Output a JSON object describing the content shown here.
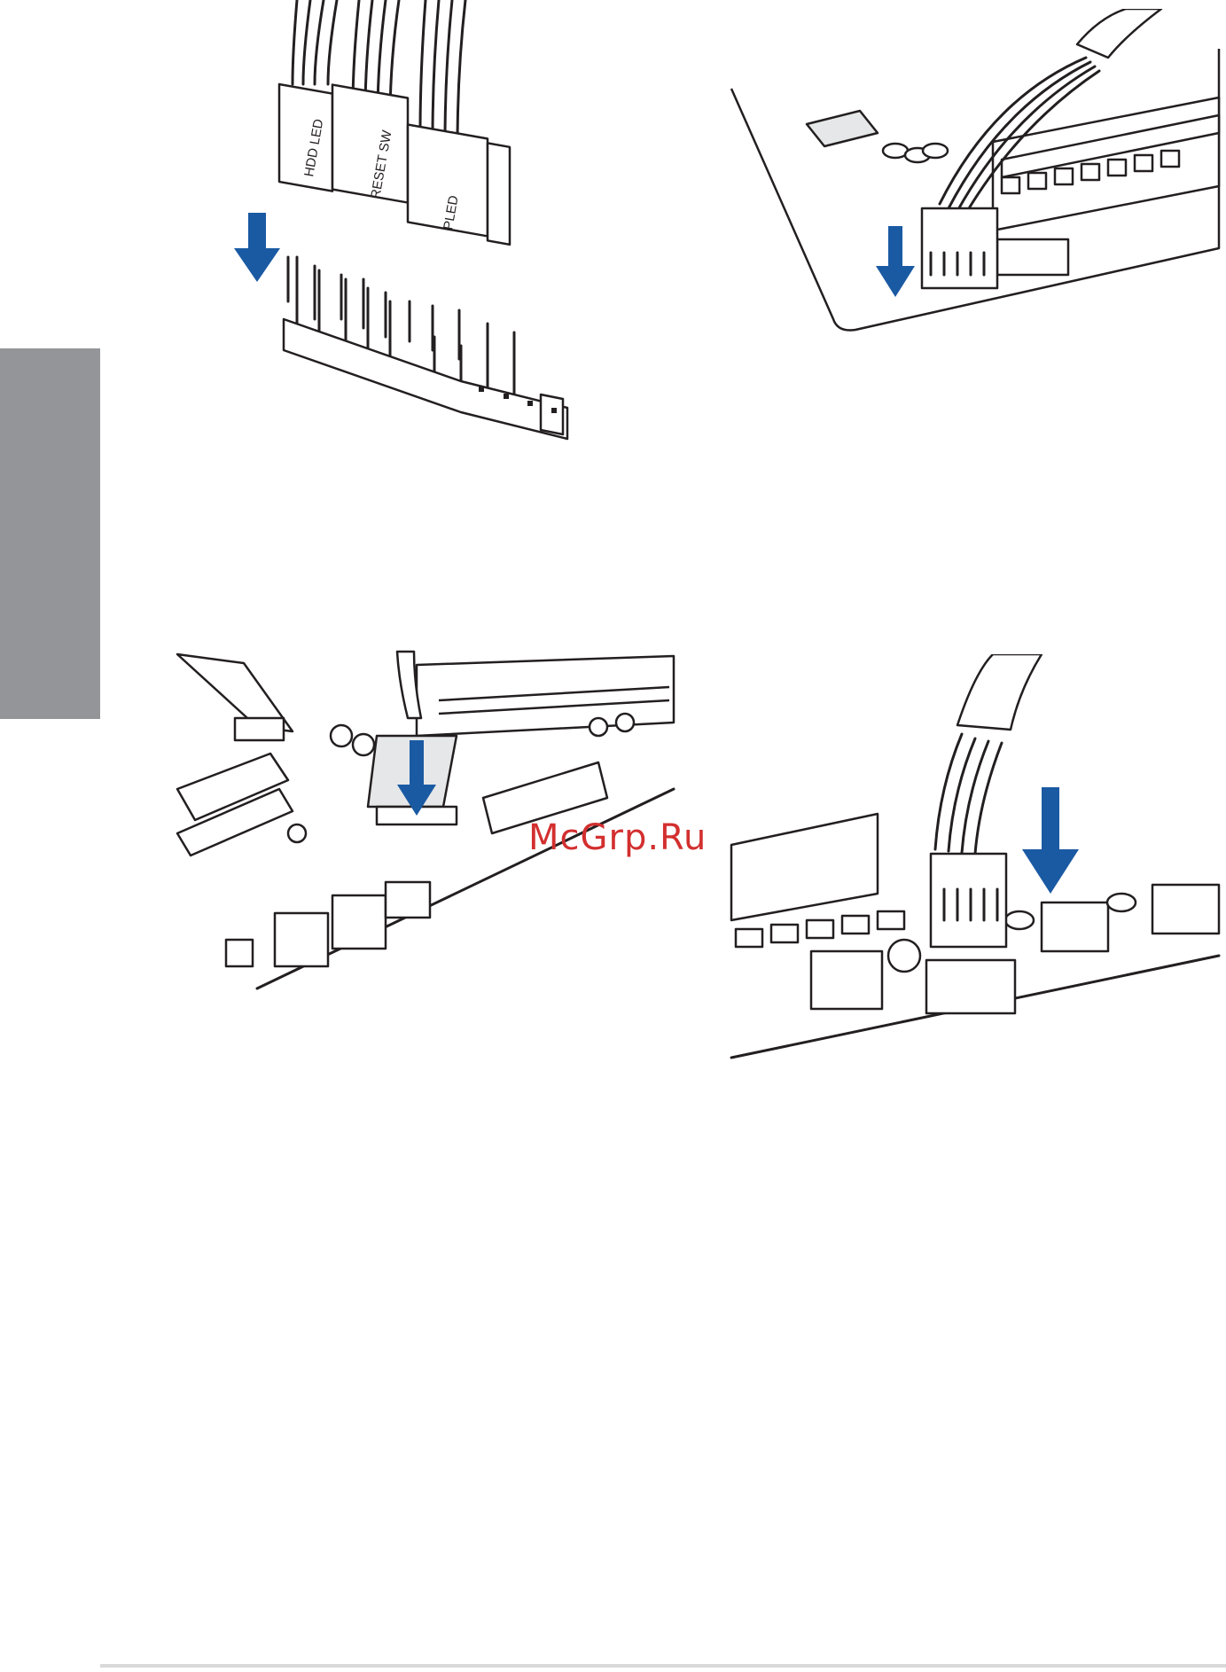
{
  "figures": {
    "panel_header": {
      "labels": [
        "HDD LED",
        "RESET SW",
        "PLED"
      ],
      "arrow_color": "#1a5aa3"
    },
    "panel_usb2": {
      "arrow_color": "#1a5aa3"
    },
    "panel_usb3": {
      "arrow_color": "#1a5aa3"
    },
    "panel_audio": {
      "arrow_color": "#1a5aa3"
    }
  },
  "watermark": "McGrp.Ru",
  "colors": {
    "side_tab": "#939598",
    "footer_rule": "#d9d9d9",
    "watermark": "#d32f2f"
  }
}
